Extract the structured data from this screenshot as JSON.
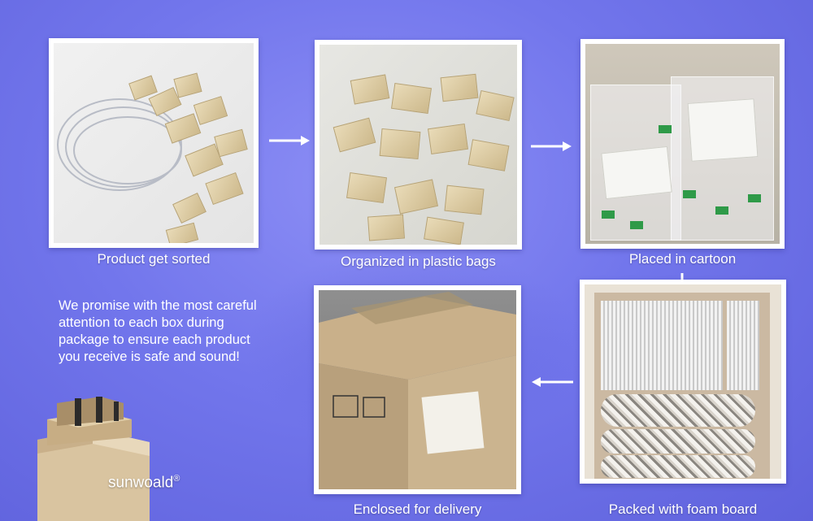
{
  "steps": {
    "sorted": "Product get sorted",
    "bags": "Organized in plastic bags",
    "carton": "Placed in cartoon",
    "foam": "Packed with foam board",
    "delivery": "Enclosed for delivery"
  },
  "promise": "We promise with the most careful attention to each box during package to ensure each product you receive is safe and sound!",
  "brand": {
    "name": "sunwoald",
    "mark": "®"
  },
  "icons": {
    "arrow": "arrow-icon"
  },
  "colors": {
    "background": "#7276ec",
    "text": "#ffffff",
    "frame": "#ffffff"
  }
}
